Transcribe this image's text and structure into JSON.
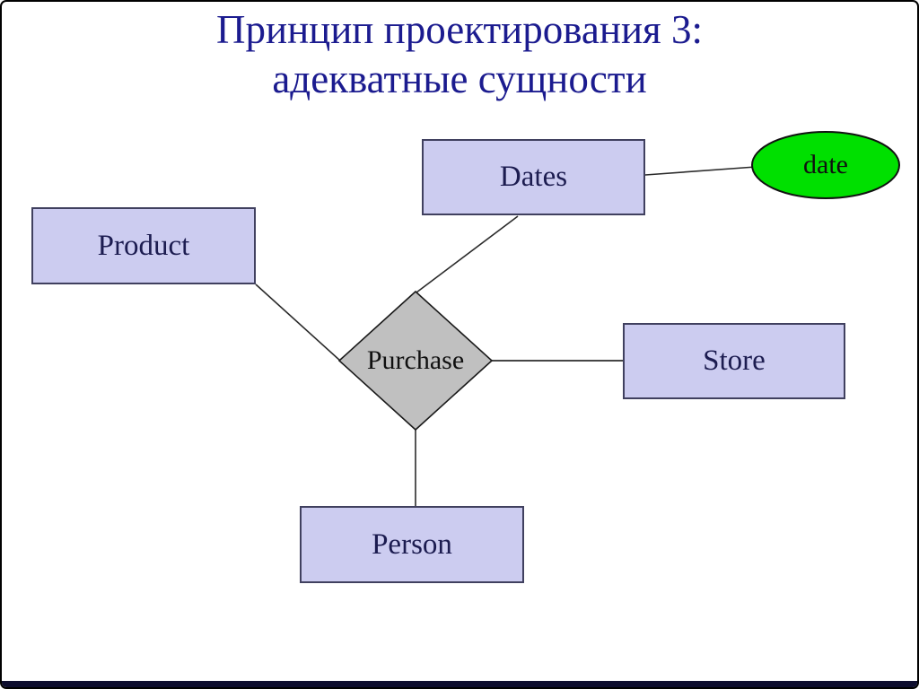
{
  "slide": {
    "title": {
      "line1": "Принцип проектирования 3:",
      "line2": "адекватные сущности",
      "color": "#1b1b8f"
    },
    "background": "#ffffff",
    "bottom_bar_color": "#0d0d2e"
  },
  "diagram": {
    "type": "er-diagram",
    "entities": [
      {
        "label": "Dates"
      },
      {
        "label": "Product"
      },
      {
        "label": "Store"
      },
      {
        "label": "Person"
      }
    ],
    "relationship": {
      "label": "Purchase"
    },
    "attribute": {
      "label": "date"
    },
    "connections": [
      "Product — Purchase",
      "Dates — Purchase",
      "Purchase — Store",
      "Purchase — Person",
      "Dates — date"
    ],
    "colors": {
      "entity_fill": "#ccccf0",
      "entity_border": "#40405f",
      "relationship_fill": "#c0c0c0",
      "relationship_border": "#1a1a1a",
      "attribute_fill": "#00e000",
      "attribute_border": "#111111",
      "connector": "#2b2b2b"
    }
  }
}
